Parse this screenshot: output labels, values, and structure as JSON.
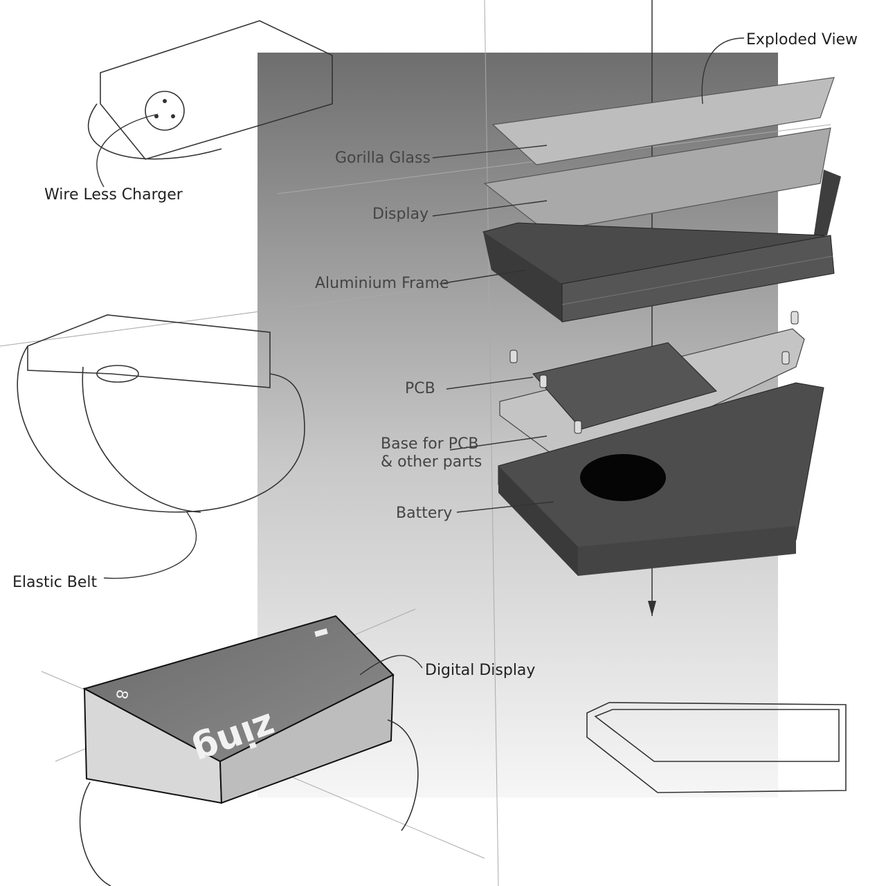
{
  "title": "Exploded View",
  "labels": {
    "gorilla_glass": "Gorilla Glass",
    "display": "Display",
    "aluminium_frame": "Aluminium Frame",
    "pcb": "PCB",
    "base_line1": "Base for PCB",
    "base_line2": "& other parts",
    "battery": "Battery",
    "wireless_charger": "Wire Less Charger",
    "elastic_belt": "Elastic Belt",
    "digital_display": "Digital Display"
  },
  "device": {
    "brand": "zing",
    "digit": "8"
  },
  "colors": {
    "panel_top": "#6e6e6e",
    "panel_bottom": "#f4f4f4",
    "frame": "#4a4a4a",
    "glass": "#b9b9b9"
  }
}
